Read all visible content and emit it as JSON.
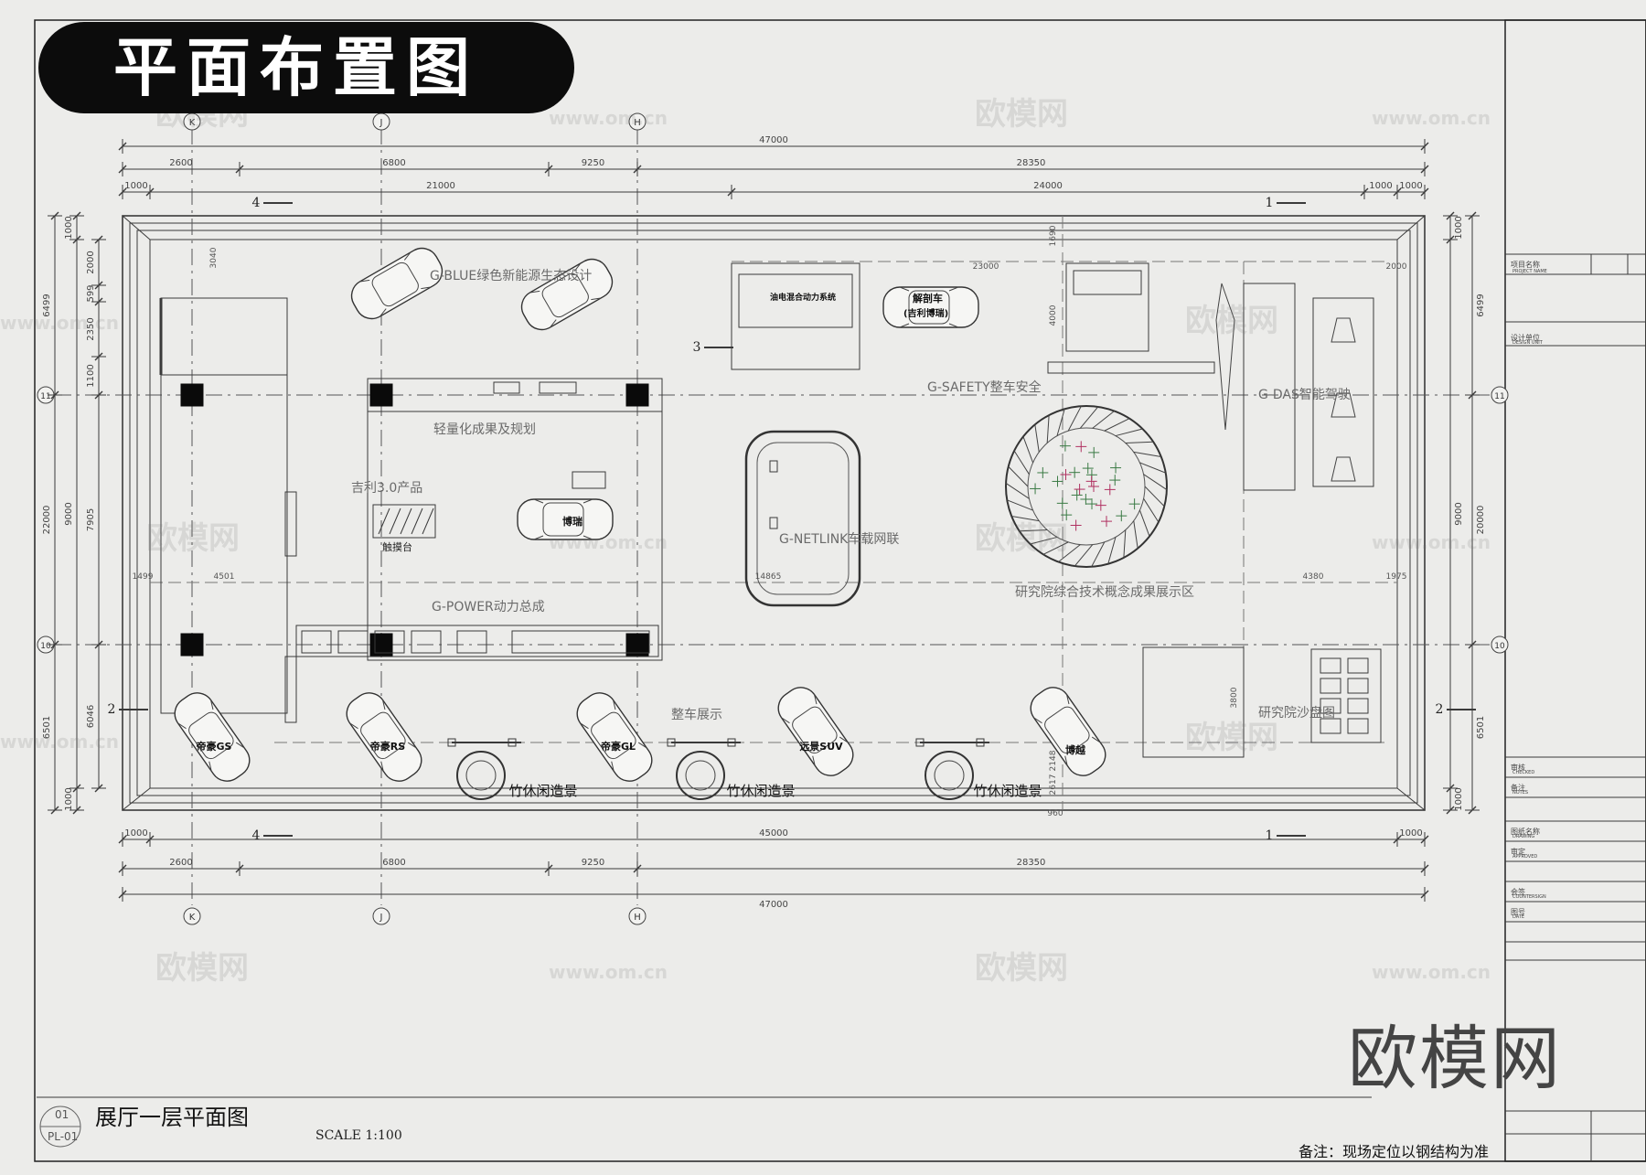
{
  "header": {
    "title": "平面布置图"
  },
  "footer": {
    "drawing_title": "展厅一层平面图",
    "scale": "SCALE 1:100",
    "drawing_no_top": "01",
    "drawing_no_bottom": "PL-01",
    "note": "备注：现场定位以钢结构为准"
  },
  "brand_watermark": "欧模网",
  "watermarks": [
    "欧模网",
    "www.om.cn"
  ],
  "grid_axes": {
    "columns": [
      "K",
      "J",
      "H"
    ],
    "rows": [
      "11",
      "10"
    ]
  },
  "zones": {
    "g_blue": "G-BLUE绿色新能源生态设计",
    "g_safety": "G-SAFETY整车安全",
    "g_das": "G-DAS智能驾驶",
    "lightweight": "轻量化成果及规划",
    "geely30": "吉利3.0产品",
    "touch_table": "触摸台",
    "g_netlink": "G-NETLINK车载网联",
    "g_power": "G-POWER动力总成",
    "vehicle_display": "整车展示",
    "research_concept": "研究院综合技术概念成果展示区",
    "research_sandbox": "研究院沙盘图",
    "hybrid": "油电混合动力系统",
    "cutaway_line1": "解剖车",
    "cutaway_line2": "(吉利博瑞)"
  },
  "cars": {
    "bo_rui": "博瑞",
    "emgrand_gs": "帝豪GS",
    "emgrand_rs": "帝豪RS",
    "emgrand_gl": "帝豪GL",
    "vision_suv": "远景SUV",
    "bo_yue": "博越"
  },
  "leisure": [
    "竹休闲造景",
    "竹休闲造景",
    "竹休闲造景"
  ],
  "dims_top_total": "47000",
  "dims_top_segments": [
    "2600",
    "6800",
    "9250",
    "28350"
  ],
  "dims_top_inner": [
    "1000",
    "21000",
    "24000",
    "1000",
    "1000"
  ],
  "dims_bottom_inner": [
    "1000",
    "45000",
    "1000"
  ],
  "dims_bottom_segments": [
    "2600",
    "6800",
    "9250",
    "28350"
  ],
  "dims_bottom_total": "47000",
  "dims_left_outer": [
    "6499",
    "22000",
    "6501"
  ],
  "dims_left_mid": [
    "1000",
    "9000",
    "1000"
  ],
  "dims_left_inner": [
    "2000",
    "599",
    "2350",
    "1100",
    "7905",
    "6046"
  ],
  "dims_right_outer": [
    "6499",
    "20000",
    "6501"
  ],
  "dims_right_mid": [
    "1000",
    "9000",
    "1000"
  ],
  "dims_interior": [
    "3040",
    "1690",
    "23000",
    "2000",
    "4000",
    "1499",
    "4501",
    "14865",
    "4380",
    "1975",
    "3800",
    "2148",
    "2617",
    "960"
  ],
  "section_marks": [
    "4",
    "1",
    "3",
    "2",
    "2",
    "4",
    "1"
  ],
  "title_block": {
    "rows": [
      "项目名称",
      "PROJECT NAME",
      "设计单位",
      "DESIGN UNIT",
      "审核",
      "CHECKED",
      "备注",
      "NOTES",
      "图纸名称",
      "DRAWING",
      "审定",
      "APPROVED",
      "会签",
      "COUNTERSIGN",
      "图号",
      "DATE"
    ]
  }
}
